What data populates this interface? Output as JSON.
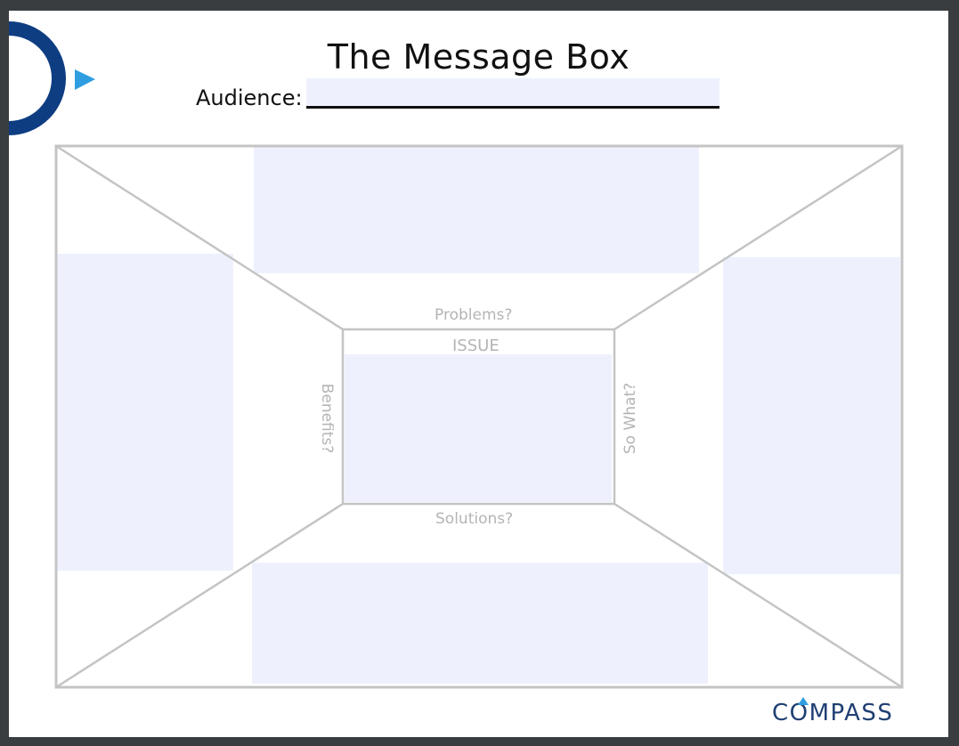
{
  "document": {
    "title": "The Message Box",
    "audience_label": "Audience:",
    "audience_value": "",
    "brand": "COMPASS"
  },
  "fields": {
    "top": "",
    "left": "",
    "right": "",
    "bottom": "",
    "issue": ""
  },
  "labels": {
    "problems": "Problems?",
    "issue": "ISSUE",
    "solutions": "Solutions?",
    "benefits": "Benefits?",
    "so_what": "So What?"
  },
  "colors": {
    "field_fill": "#eef1fd",
    "frame_line": "#c4c4c4",
    "label_text": "#b4b4b4",
    "logo_ring": "#0e3d82",
    "logo_arrow": "#2f9ee0",
    "brand_text": "#1f3f73",
    "brand_accent": "#2f9ee0"
  }
}
